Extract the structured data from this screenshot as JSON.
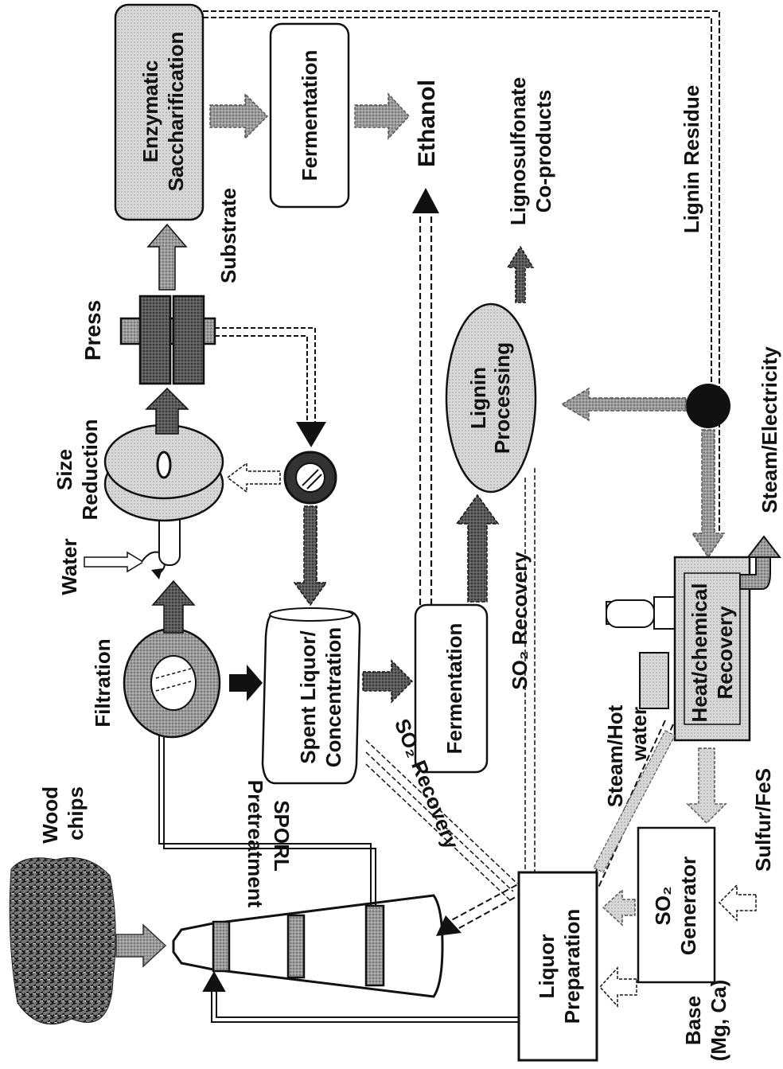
{
  "labels": {
    "wood": "Wood",
    "chips": "chips",
    "sporl": "SPORL",
    "pretreatment": "Pretreatment",
    "filtration": "Filtration",
    "water": "Water",
    "size": "Size",
    "reduction": "Reduction",
    "press": "Press",
    "substrate": "Substrate",
    "enzymatic": "Enzymatic",
    "saccharification": "Saccharification",
    "fermentation_top": "Fermentation",
    "ethanol": "Ethanol",
    "spent_liquor": "Spent Liquor/",
    "concentration": "Concentration",
    "fermentation_mid": "Fermentation",
    "so2_recovery_right": "SO₂ Recovery",
    "so2_recovery_left": "SO₂ Recovery",
    "lignin": "Lignin",
    "processing": "Processing",
    "lignosulfonate": "Lignosulfonate",
    "coproducts": "Co-products",
    "lignin_residue": "Lignin Residue",
    "steam_electricity": "Steam/Electricity",
    "steam_hot": "Steam/Hot",
    "water2": "water",
    "heat_chemical": "Heat/chemical",
    "recovery": "Recovery",
    "sulfur_fes": "Sulfur/FeS",
    "so2": "SO₂",
    "generator": "Generator",
    "liquor": "Liquor",
    "preparation": "Preparation",
    "base": "Base",
    "mg_ca": "(Mg, Ca)"
  }
}
